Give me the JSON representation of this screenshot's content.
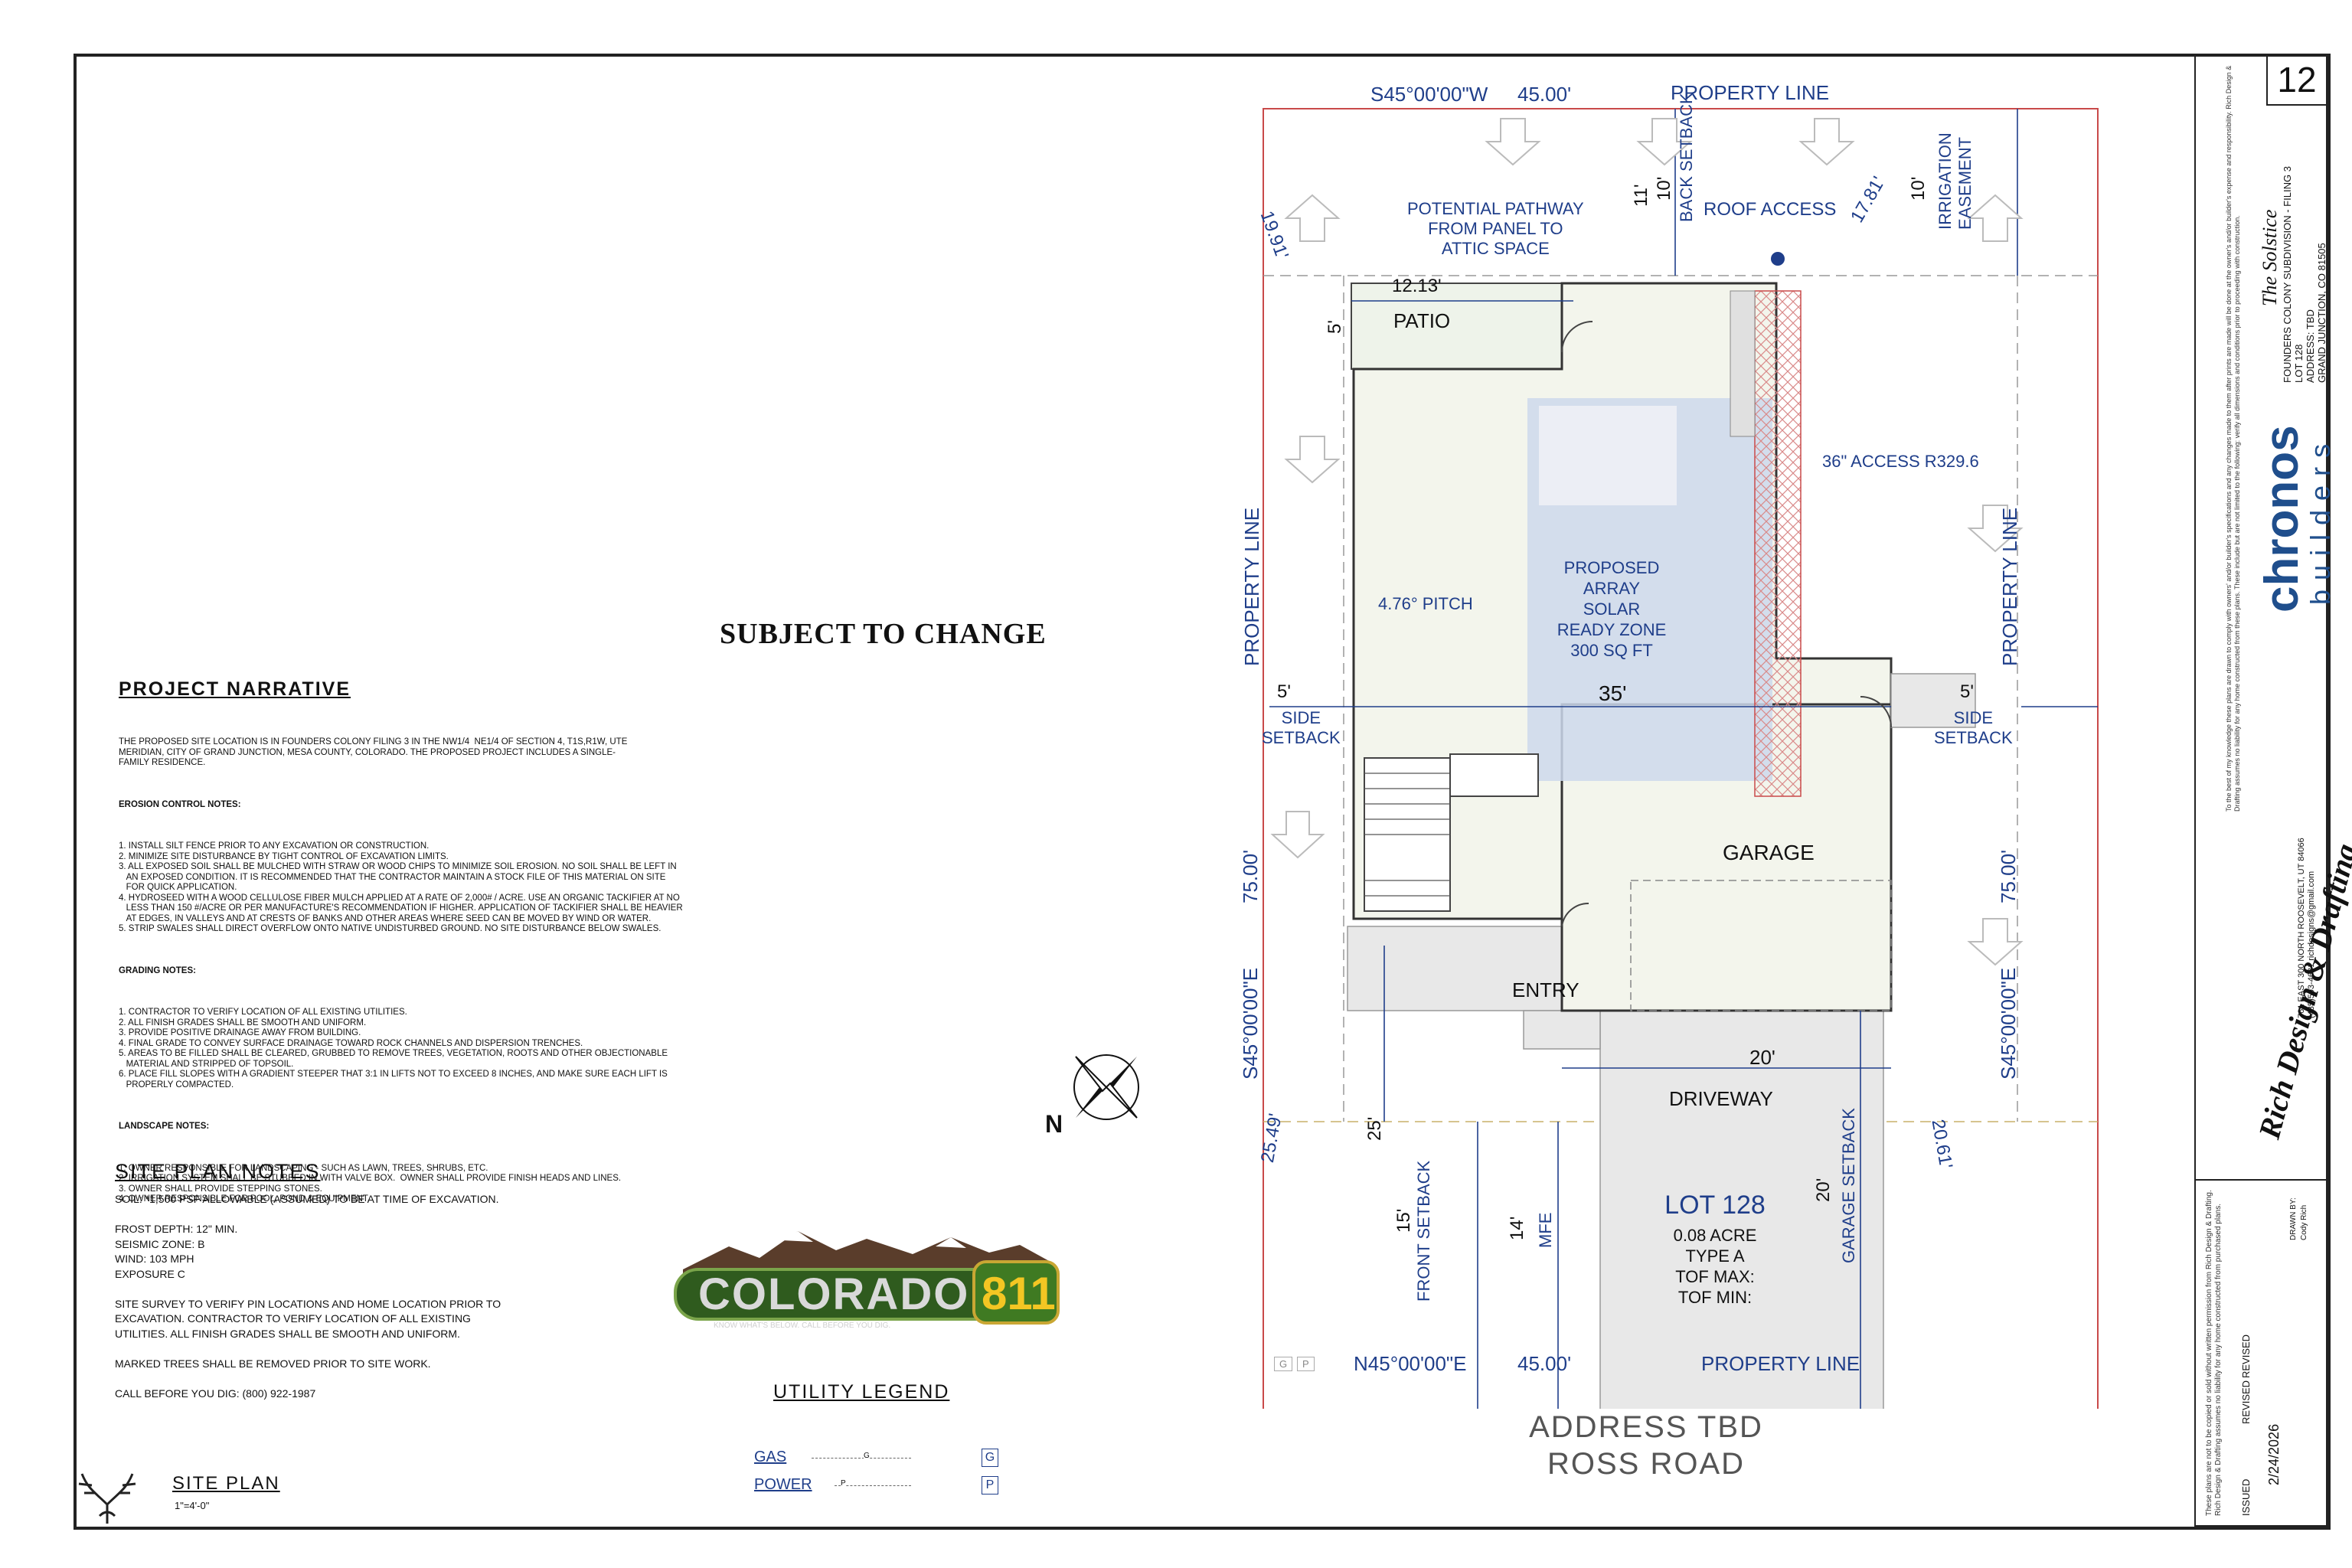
{
  "title_block": {
    "sheet_number": "12",
    "project_name": "The Solstice",
    "project_lines": [
      "FOUNDERS COLONY SUBDIVISION - FILING 3",
      "LOT 128",
      "ADDRESS: TBD",
      "GRAND JUNCTION, CO 81505"
    ],
    "builder_name": "chronos",
    "builder_sub": "builders",
    "designer": "Rich Design & Drafting",
    "designer_lines": [
      "761 EAST 300 NORTH ROOSEVELT, UT 84066",
      "(435)503-4631 richdesigns@gmail.com"
    ],
    "issued_label": "ISSUED",
    "issued_date": "2/24/2026",
    "drawn_by": "DRAWN BY:",
    "drawn_name": "Cody Rich",
    "revised_label": "REVISED",
    "disclaimer": "To the best of my knowledge these plans are drawn to comply with owners' and/or builder's specifications and any changes made to them after prints are made will be done at the owner's and/or builder's expense and responsibility. Rich Design & Drafting assumes no liability for any home constructed from these plans. These include but are not limited to the following: verify all dimensions and conditions prior to proceeding with construction.",
    "copyright": "These plans are not to be copied or sold without written permission from Rich Design & Drafting. Rich Design & Drafting assumes no liability for any home constructed from purchased plans."
  },
  "subject": "SUBJECT TO CHANGE",
  "narrative": {
    "title": "PROJECT NARRATIVE",
    "body": "THE PROPOSED SITE LOCATION IS IN FOUNDERS COLONY FILING 3 IN THE NW1/4  NE1/4 OF SECTION 4, T1S,R1W, UTE\nMERIDIAN, CITY OF GRAND JUNCTION, MESA COUNTY, COLORADO. THE PROPOSED PROJECT INCLUDES A SINGLE-\nFAMILY RESIDENCE.",
    "erosion_title": "EROSION CONTROL NOTES:",
    "erosion": "1. INSTALL SILT FENCE PRIOR TO ANY EXCAVATION OR CONSTRUCTION.\n2. MINIMIZE SITE DISTURBANCE BY TIGHT CONTROL OF EXCAVATION LIMITS.\n3. ALL EXPOSED SOIL SHALL BE MULCHED WITH STRAW OR WOOD CHIPS TO MINIMIZE SOIL EROSION. NO SOIL SHALL BE LEFT IN\n   AN EXPOSED CONDITION. IT IS RECOMMENDED THAT THE CONTRACTOR MAINTAIN A STOCK FILE OF THIS MATERIAL ON SITE\n   FOR QUICK APPLICATION.\n4. HYDROSEED WITH A WOOD CELLULOSE FIBER MULCH APPLIED AT A RATE OF 2,000# / ACRE. USE AN ORGANIC TACKIFIER AT NO\n   LESS THAN 150 #/ACRE OR PER MANUFACTURE'S RECOMMENDATION IF HIGHER. APPLICATION OF TACKIFIER SHALL BE HEAVIER\n   AT EDGES, IN VALLEYS AND AT CRESTS OF BANKS AND OTHER AREAS WHERE SEED CAN BE MOVED BY WIND OR WATER.\n5. STRIP SWALES SHALL DIRECT OVERFLOW ONTO NATIVE UNDISTURBED GROUND. NO SITE DISTURBANCE BELOW SWALES.",
    "grading_title": "GRADING NOTES:",
    "grading": "1. CONTRACTOR TO VERIFY LOCATION OF ALL EXISTING UTILITIES.\n2. ALL FINISH GRADES SHALL BE SMOOTH AND UNIFORM.\n3. PROVIDE POSITIVE DRAINAGE AWAY FROM BUILDING.\n4. FINAL GRADE TO CONVEY SURFACE DRAINAGE TOWARD ROCK CHANNELS AND DISPERSION TRENCHES.\n5. AREAS TO BE FILLED SHALL BE CLEARED, GRUBBED TO REMOVE TREES, VEGETATION, ROOTS AND OTHER OBJECTIONABLE\n   MATERIAL AND STRIPPED OF TOPSOIL.\n6. PLACE FILL SLOPES WITH A GRADIENT STEEPER THAT 3:1 IN LIFTS NOT TO EXCEED 8 INCHES, AND MAKE SURE EACH LIFT IS\n   PROPERLY COMPACTED.",
    "landscape_title": "LANDSCAPE NOTES:",
    "landscape": "1. OWNER RESPONSIBLE FOR LANDSCAPING - SUCH AS LAWN, TREES, SHRUBS, ETC.\n2. IRRIGATION SYSTEM SHALL BE STUBBED IN WITH VALVE BOX.  OWNER SHALL PROVIDE FINISH HEADS AND LINES.\n3. OWNER SHALL PROVIDE STEPPING STONES.\n4. OWNER RESPONSIBLE FOR POOL, POND & EQUIPMENT."
  },
  "site_notes": {
    "title": "SITE PLAN NOTES",
    "body": "SOIL: *1,500 PSF ALLOWABLE (ASSUMED) TO BE AT TIME OF EXCAVATION.\n\nFROST DEPTH: 12\" MIN.\nSEISMIC ZONE: B\nWIND: 103 MPH\nEXPOSURE C\n\nSITE SURVEY TO VERIFY PIN LOCATIONS AND HOME LOCATION PRIOR TO\nEXCAVATION. CONTRACTOR TO VERIFY LOCATION OF ALL EXISTING\nUTILITIES. ALL FINISH GRADES SHALL BE SMOOTH AND UNIFORM.\n\nMARKED TREES SHALL BE REMOVED PRIOR TO SITE WORK.\n\nCALL BEFORE YOU DIG: (800) 922-1987"
  },
  "colorado811": {
    "word": "COLORADO",
    "number": "811",
    "tagline": "KNOW WHAT'S BELOW. CALL BEFORE YOU DIG."
  },
  "north": "N",
  "utility_legend": {
    "title": "UTILITY LEGEND",
    "items": [
      {
        "label": "GAS",
        "code": "G",
        "box": "G"
      },
      {
        "label": "POWER",
        "code": "P",
        "box": "P"
      }
    ]
  },
  "site_plan_title": "SITE PLAN",
  "site_plan_scale": "1\"=4'-0\"",
  "address": [
    "ADDRESS TBD",
    "ROSS ROAD"
  ],
  "plan": {
    "top_bearing": "S45°00'00\"W",
    "top_length": "45.00'",
    "bottom_bearing": "N45°00'00\"E",
    "bottom_length": "45.00'",
    "left_bearing": "S45°00'00\"E",
    "left_length": "75.00'",
    "right_bearing": "S45°00'00\"E",
    "right_length": "75.00'",
    "property_line": "PROPERTY LINE",
    "back_setback": "BACK SETBACK",
    "roof_access": "ROOF ACCESS",
    "irrigation_easement": [
      "IRRIGATION",
      "EASEMENT"
    ],
    "pathway": [
      "POTENTIAL PATHWAY",
      "FROM PANEL TO",
      "ATTIC SPACE"
    ],
    "patio": "PATIO",
    "pitch": "4.76° PITCH",
    "solar": [
      "PROPOSED",
      "ARRAY",
      "SOLAR",
      "READY ZONE",
      "300 SQ FT"
    ],
    "access": "36\" ACCESS R329.6",
    "side_setback": [
      "SIDE",
      "SETBACK"
    ],
    "garage": "GARAGE",
    "entry": "ENTRY",
    "driveway": "DRIVEWAY",
    "lot": "LOT 128",
    "lot_details": [
      "0.08 ACRE",
      "TYPE A",
      "TOF MAX:",
      "TOF MIN:"
    ],
    "front_setback": "FRONT SETBACK",
    "garage_setback": "GARAGE SETBACK",
    "mfe": "MFE",
    "dims": {
      "d1291": "19.91'",
      "d1781": "17.81'",
      "d11": "11'",
      "d10a": "10'",
      "d10b": "10'",
      "d1213": "12.13'",
      "d5a": "5'",
      "d5b": "5'",
      "d5c": "5'",
      "d35": "35'",
      "d20": "20'",
      "d25": "25'",
      "d15": "15'",
      "d14": "14'",
      "d20b": "20'",
      "d2549": "25.49'",
      "d2061": "20.61'"
    },
    "pins": [
      "G",
      "P"
    ]
  },
  "colors": {
    "blue": "#1f3e8a",
    "red": "#c94a4a",
    "solar": "#cdd8ec"
  }
}
